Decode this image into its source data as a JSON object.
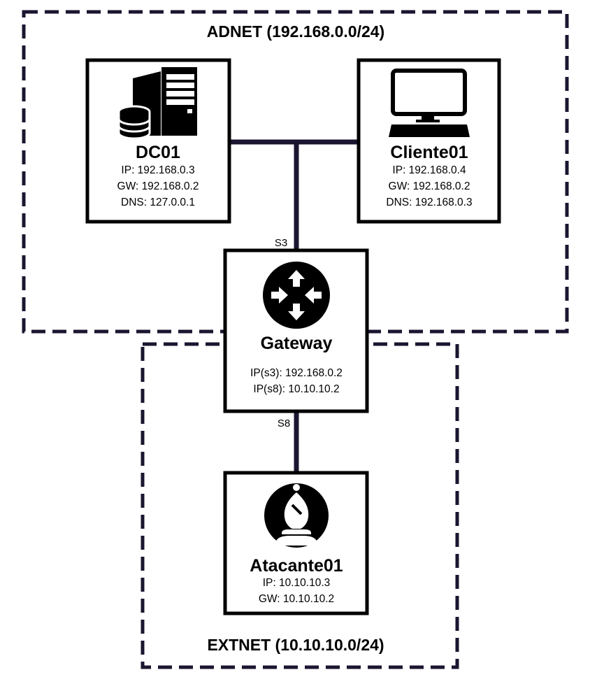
{
  "colors": {
    "line": "#1c1530",
    "zone_border": "#1c1530",
    "box_border": "#000000",
    "background": "#ffffff"
  },
  "zones": {
    "adnet": {
      "title": "ADNET (192.168.0.0/24)"
    },
    "extnet": {
      "title": "EXTNET (10.10.10.0/24)"
    }
  },
  "nodes": {
    "dc01": {
      "icon": "server-database-icon",
      "name": "DC01",
      "lines": [
        "IP: 192.168.0.3",
        "GW: 192.168.0.2",
        "DNS: 127.0.0.1"
      ]
    },
    "cliente01": {
      "icon": "desktop-computer-icon",
      "name": "Cliente01",
      "lines": [
        "IP: 192.168.0.4",
        "GW: 192.168.0.2",
        "DNS: 192.168.0.3"
      ]
    },
    "gateway": {
      "icon": "router-icon",
      "name": "Gateway",
      "lines": [
        "IP(s3): 192.168.0.2",
        "IP(s8): 10.10.10.2"
      ]
    },
    "atacante01": {
      "icon": "chess-bishop-icon",
      "name": "Atacante01",
      "lines": [
        "IP: 10.10.10.3",
        "GW: 10.10.10.2"
      ]
    }
  },
  "ports": {
    "s3": "S3",
    "s8": "S8"
  }
}
